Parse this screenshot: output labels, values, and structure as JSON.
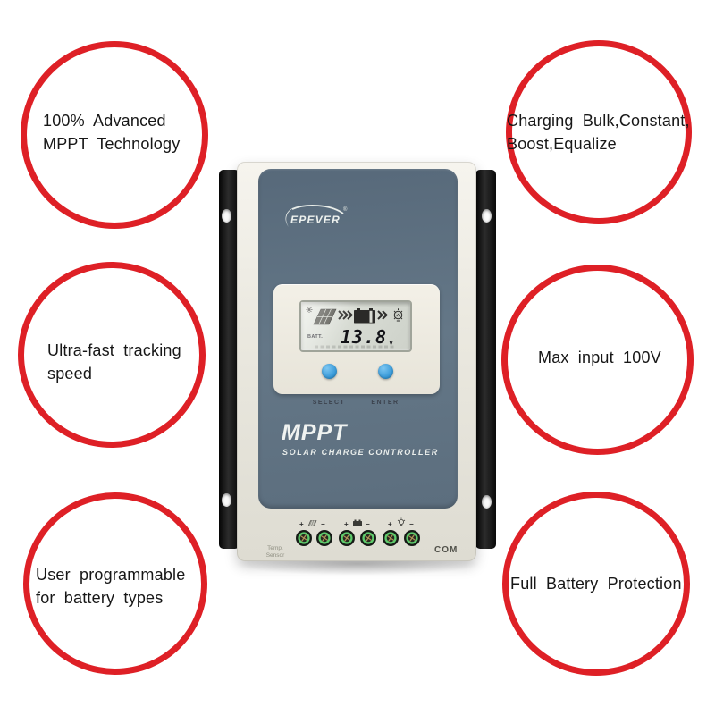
{
  "palette": {
    "annotation_red": "#de2026",
    "panel_slate": "#5f7181",
    "body_cream": "#e9e7de",
    "button_blue": "#3b9bd9",
    "terminal_green": "#5ecb6c",
    "lcd_gray": "#d7dbd3"
  },
  "features": [
    {
      "id": "mppt-technology",
      "lines": [
        "100% Advanced",
        "MPPT Technology"
      ]
    },
    {
      "id": "charging-stages",
      "lines": [
        "Charging Bulk,Constant,",
        "Boost,Equalize"
      ]
    },
    {
      "id": "tracking-speed",
      "lines": [
        "Ultra-fast tracking",
        "speed"
      ]
    },
    {
      "id": "max-input",
      "lines": [
        "Max input 100V"
      ]
    },
    {
      "id": "battery-types",
      "lines": [
        "User programmable",
        "for battery types"
      ]
    },
    {
      "id": "battery-protection",
      "lines": [
        "Full Battery Protection"
      ]
    }
  ],
  "device": {
    "brand": "EPEVER",
    "reg_mark": "®",
    "lcd": {
      "batt_label": "BATT.",
      "voltage_value": "13.8",
      "voltage_unit": "v"
    },
    "buttons": {
      "select_label": "SELECT",
      "enter_label": "ENTER"
    },
    "title": "MPPT",
    "subtitle": "SOLAR CHARGE CONTROLLER",
    "terminal_labels": {
      "plus": "+",
      "minus": "−"
    },
    "port_labels": {
      "temp_line1": "Temp.",
      "temp_line2": "Sensor",
      "com": "COM"
    }
  }
}
